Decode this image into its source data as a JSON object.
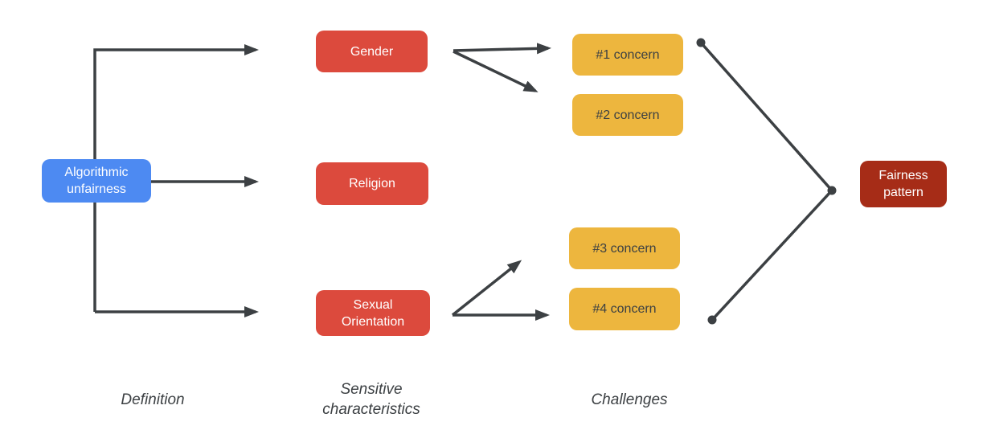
{
  "diagram": {
    "nodes": {
      "algorithmic_unfairness": {
        "label": "Algorithmic unfairness"
      },
      "gender": {
        "label": "Gender"
      },
      "religion": {
        "label": "Religion"
      },
      "sexual_orientation": {
        "label": "Sexual Orientation"
      },
      "concern1": {
        "label": "#1 concern"
      },
      "concern2": {
        "label": "#2 concern"
      },
      "concern3": {
        "label": "#3 concern"
      },
      "concern4": {
        "label": "#4 concern"
      },
      "fairness_pattern": {
        "label": "Fairness pattern"
      }
    },
    "column_labels": {
      "definition": "Definition",
      "sensitive_characteristics": "Sensitive characteristics",
      "challenges": "Challenges"
    },
    "colors": {
      "definition_node": "#4d8af2",
      "characteristic_nodes": "#dc4a3d",
      "concern_nodes": "#edb63e",
      "pattern_node": "#a62c17",
      "connectors_and_text": "#3c4043"
    }
  }
}
